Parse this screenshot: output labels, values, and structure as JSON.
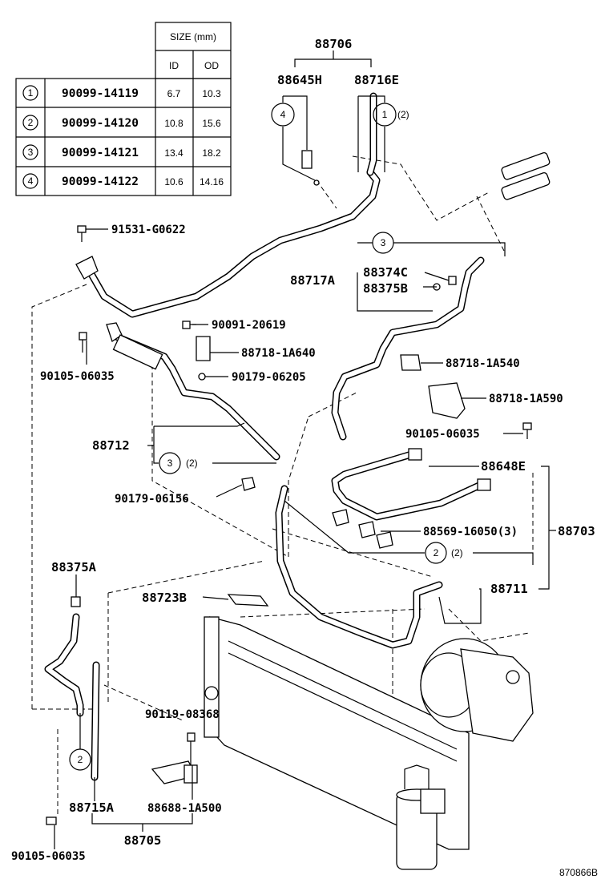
{
  "size_table": {
    "header_size": "SIZE (mm)",
    "header_id": "ID",
    "header_od": "OD",
    "rows": [
      {
        "num": "1",
        "part": "90099-14119",
        "id": "6.7",
        "od": "10.3"
      },
      {
        "num": "2",
        "part": "90099-14120",
        "id": "10.8",
        "od": "15.6"
      },
      {
        "num": "3",
        "part": "90099-14121",
        "id": "13.4",
        "od": "18.2"
      },
      {
        "num": "4",
        "part": "90099-14122",
        "id": "10.6",
        "od": "14.16"
      }
    ]
  },
  "labels": {
    "p88706": "88706",
    "p88645H": "88645H",
    "p88716E": "88716E",
    "p91531": "91531-G0622",
    "p88717A": "88717A",
    "p88374C": "88374C",
    "p88375B": "88375B",
    "p90091": "90091-20619",
    "p88718_1A640": "88718-1A640",
    "p90105_a": "90105-06035",
    "p90179_06205": "90179-06205",
    "p88718_1A540": "88718-1A540",
    "p88718_1A590": "88718-1A590",
    "p88712": "88712",
    "p90105_b": "90105-06035",
    "p88648E": "88648E",
    "p90179_06156": "90179-06156",
    "p88569": "88569-16050(3)",
    "p88703": "88703",
    "p88375A": "88375A",
    "p88711": "88711",
    "p88723B": "88723B",
    "p90119": "90119-08368",
    "p88715A": "88715A",
    "p88688": "88688-1A500",
    "p88705": "88705",
    "p90105_c": "90105-06035",
    "ref_code": "870866B"
  },
  "callouts": {
    "c4_top": "4",
    "c1_top": "1",
    "c1_paren": "(2)",
    "c3_right": "3",
    "c3_left": "3",
    "c3_left_paren": "(2)",
    "c2_mid": "2",
    "c2_mid_paren": "(2)",
    "c2_bottom": "2"
  }
}
